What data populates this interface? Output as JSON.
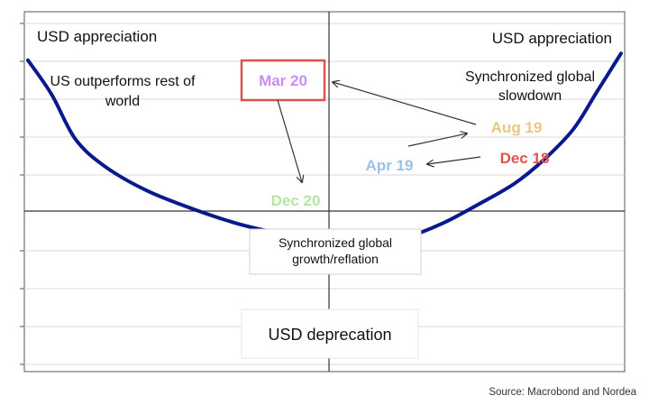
{
  "chart_data": {
    "type": "line",
    "title": "",
    "xlabel": "",
    "ylabel": "",
    "grid": "horizontal",
    "curve": {
      "name": "",
      "color": "#0a1a8c",
      "x": [
        0.0,
        0.04,
        0.08,
        0.13,
        0.2,
        0.28,
        0.36,
        0.44,
        0.52,
        0.58,
        0.64,
        0.7,
        0.76,
        0.82,
        0.87,
        0.92,
        0.96,
        1.0
      ],
      "y": [
        0.88,
        0.68,
        0.42,
        0.26,
        0.12,
        0.01,
        -0.08,
        -0.14,
        -0.18,
        -0.18,
        -0.15,
        -0.07,
        0.04,
        0.16,
        0.3,
        0.48,
        0.7,
        0.92
      ]
    },
    "quadrant_labels": {
      "top_left": "USD appreciation",
      "top_right": "USD appreciation",
      "bottom_center": "USD deprecation"
    },
    "regime_labels": {
      "left_line1": "US outperforms rest of",
      "left_line2": "world",
      "right_line1": "Synchronized global",
      "right_line2": "slowdown",
      "center_line1": "Synchronized global",
      "center_line2": "growth/reflation"
    },
    "annotations": [
      {
        "key": "mar20",
        "label": "Mar 20",
        "color": "#c98ef0",
        "boxed": true,
        "box_color": "#d9534f"
      },
      {
        "key": "dec20",
        "label": "Dec 20",
        "color": "#b6e6a0"
      },
      {
        "key": "aug19",
        "label": "Aug 19",
        "color": "#ecc77a"
      },
      {
        "key": "dec18",
        "label": "Dec 18",
        "color": "#e0544e"
      },
      {
        "key": "apr19",
        "label": "Apr 19",
        "color": "#9ec0e6"
      }
    ],
    "source": "Source: Macrobond and Nordea"
  }
}
